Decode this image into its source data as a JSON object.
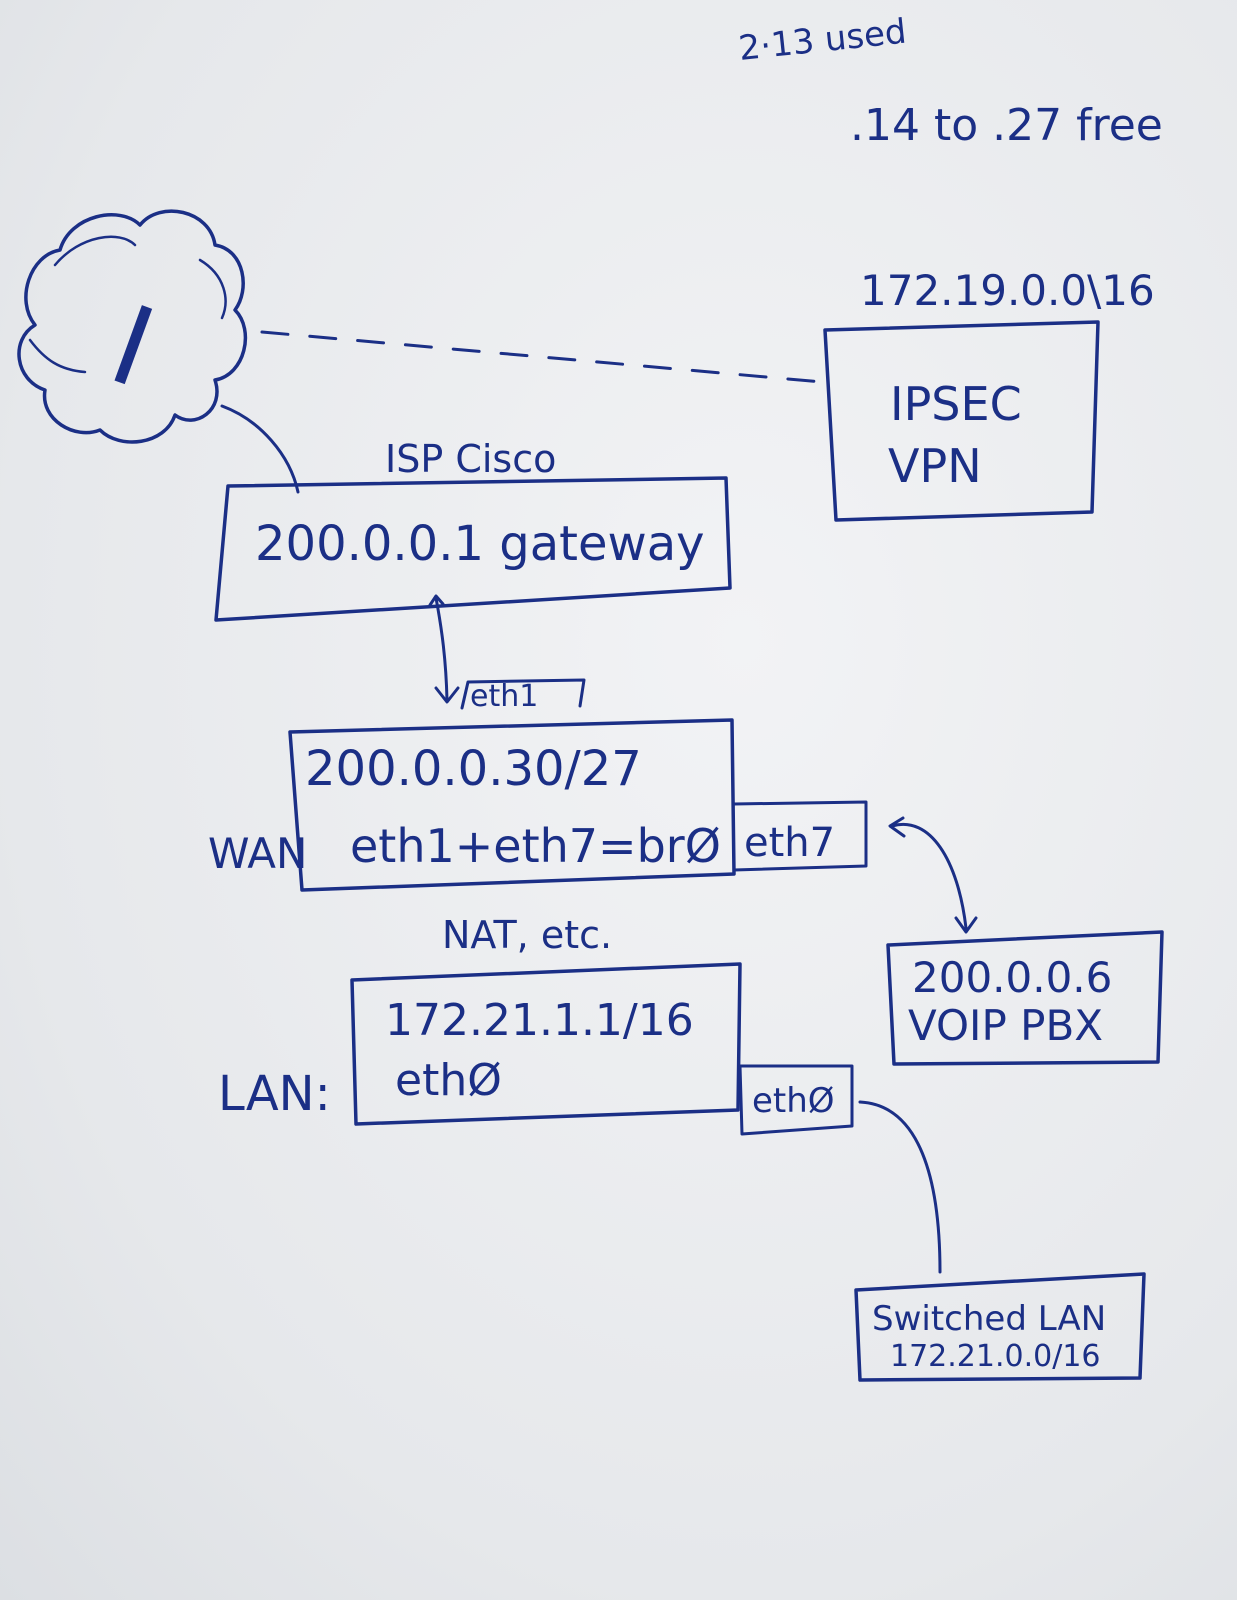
{
  "notes": {
    "used": "2·13 used",
    "free": ".14 to .27 free"
  },
  "cloud": {
    "label": "I"
  },
  "vpn": {
    "subnet": "172.19.0.0\\16",
    "line1": "IPSEC",
    "line2": "VPN"
  },
  "gateway": {
    "caption": "ISP Cisco",
    "label": "200.0.0.1 gateway"
  },
  "router": {
    "eth1_tab": "eth1",
    "wan_label": "WAN",
    "wan_ip": "200.0.0.30/27",
    "bridge": "eth1+eth7=brØ",
    "eth7_tab": "eth7",
    "nat_caption": "NAT, etc.",
    "lan_label": "LAN:",
    "lan_ip": "172.21.1.1/16",
    "lan_iface": "ethØ",
    "eth0_tab": "ethØ"
  },
  "pbx": {
    "ip": "200.0.0.6",
    "name": "VOIP PBX"
  },
  "switch": {
    "name": "Switched LAN",
    "subnet": "172.21.0.0/16"
  },
  "colors": {
    "ink": "#1b2f86",
    "board": "#e9ebee"
  }
}
